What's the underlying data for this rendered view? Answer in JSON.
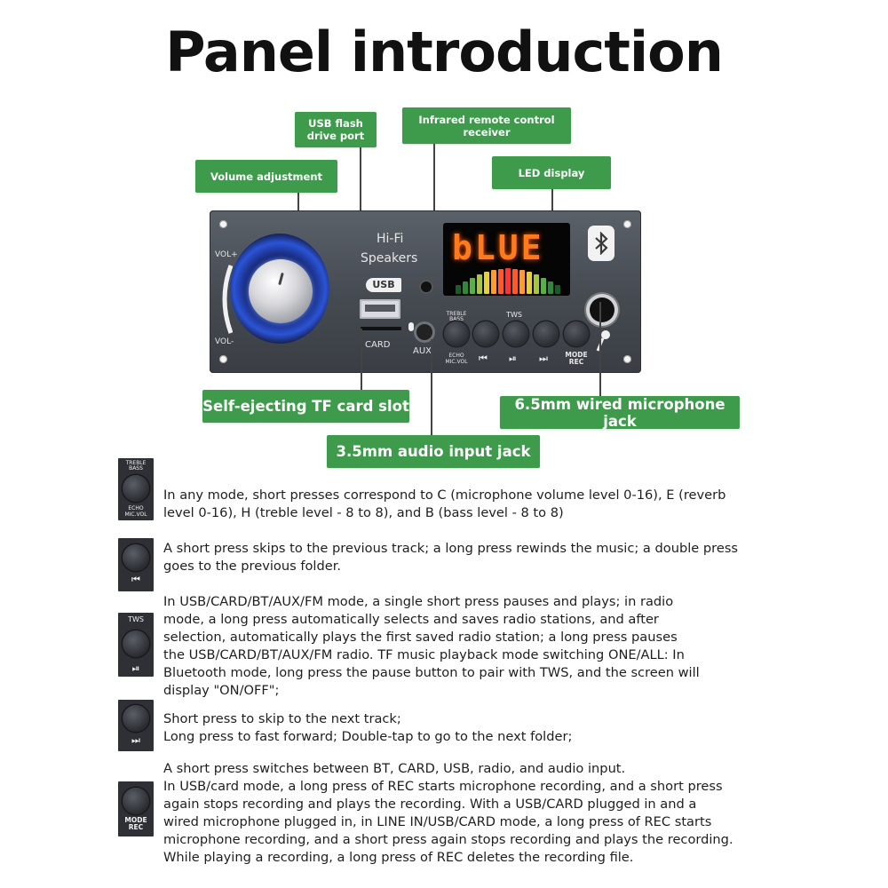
{
  "title": "Panel introduction",
  "callouts": {
    "usb_flash": "USB flash drive port",
    "infrared": "Infrared remote control receiver",
    "volume": "Volume adjustment",
    "led": "LED display",
    "tf_card": "Self-ejecting TF card slot",
    "mic_jack": "6.5mm wired microphone jack",
    "aux_jack": "3.5mm audio input jack"
  },
  "panel": {
    "vol_plus": "VOL+",
    "vol_minus": "VOL-",
    "hifi": "Hi-Fi",
    "speakers": "Speakers",
    "usb_logo": "USB",
    "card": "CARD",
    "aux": "AUX",
    "tws": "TWS",
    "led_text": "bLUE",
    "btn1_top": "TREBLE\nBASS",
    "btn1_bottom": "ECHO\nMIC.VOL",
    "btn5_bottom": "MODE\nREC",
    "bluetooth_icon": "bluetooth-icon",
    "mic_icon": "microphone-icon"
  },
  "colors": {
    "callout_green": "#3d9b4b",
    "panel_gray": "#4a4f56",
    "led_orange": "#ff7a1c",
    "knob_ring_blue": "#2b54d6"
  },
  "buttons": [
    {
      "icon": "treble-bass-echo-micvol-button-icon",
      "top_label": "TREBLE\nBASS",
      "bottom_label": "ECHO\nMIC.VOL",
      "description": "In any mode, short presses correspond to C (microphone volume level 0-16), E (reverb\nlevel 0-16), H (treble level - 8 to 8), and B (bass level - 8 to 8)"
    },
    {
      "icon": "previous-track-button-icon",
      "bottom_label": "⏮",
      "description": "A short press skips to the previous track; a long press rewinds the music; a double press\ngoes to the previous folder."
    },
    {
      "icon": "play-pause-tws-button-icon",
      "top_label": "TWS",
      "bottom_label": "⏯",
      "description": "In USB/CARD/BT/AUX/FM mode, a single short press pauses and plays; in radio\nmode, a long press automatically selects and saves radio stations, and after\nselection, automatically plays the first saved radio station; a long press pauses\nthe USB/CARD/BT/AUX/FM radio. TF music playback mode switching ONE/ALL: In\nBluetooth mode, long press the pause button to pair with TWS, and the screen will\ndisplay \"ON/OFF\";"
    },
    {
      "icon": "next-track-button-icon",
      "bottom_label": "⏭",
      "description": "Short press to skip to the next track;\nLong press to fast forward; Double-tap to go to the next folder;"
    },
    {
      "icon": "mode-rec-button-icon",
      "bottom_label": "MODE\nREC",
      "description": "A short press switches between BT, CARD, USB, radio, and audio input.\nIn USB/card mode, a long press of REC starts microphone recording, and a short press\nagain stops recording and plays the recording. With a USB/CARD plugged in and a\nwired microphone plugged in, in LINE IN/USB/CARD mode, a long press of REC starts\nmicrophone recording, and a short press again stops recording and plays the recording.\nWhile playing a recording, a long press of REC deletes the recording file."
    }
  ]
}
